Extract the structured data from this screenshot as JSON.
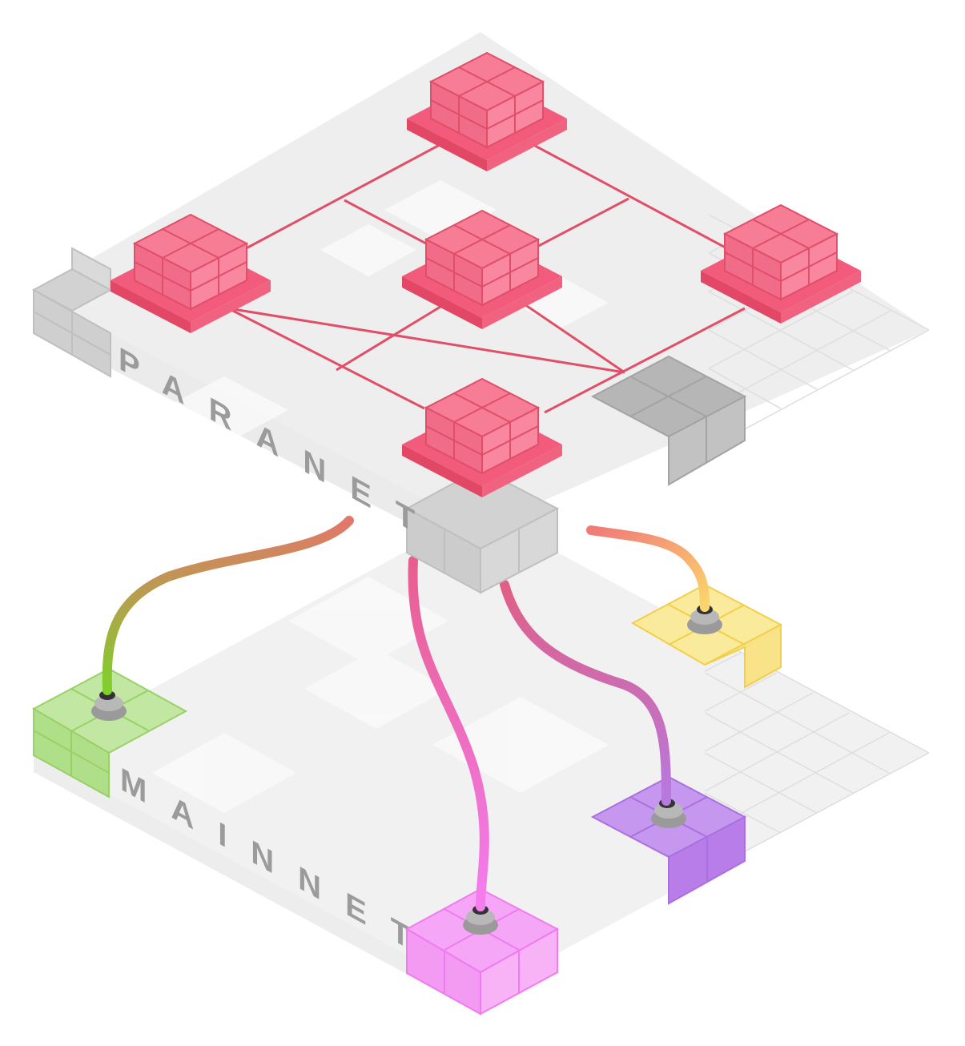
{
  "layers": {
    "upper": {
      "label": "PARANET",
      "hub_color": "#f35b7c",
      "link_color": "#e04e68"
    },
    "lower": {
      "label": "MAINNET"
    }
  },
  "connectors": [
    {
      "name": "green-connector",
      "color": "#8fd35a",
      "cable_start": "#e2776a",
      "cable_end": "#7fd02a"
    },
    {
      "name": "pink-connector",
      "color": "#f48cf5",
      "cable_start": "#e85e8e",
      "cable_end": "#f47df0"
    },
    {
      "name": "purple-connector",
      "color": "#bb7fe6",
      "cable_start": "#e15f85",
      "cable_end": "#b779e0"
    },
    {
      "name": "yellow-connector",
      "color": "#f8dc62",
      "cable_start": "#f07a78",
      "cable_end": "#fbd66b"
    }
  ],
  "palette": {
    "platform_top": "#ececec",
    "platform_left": "#e4e4e4",
    "platform_right": "#f1f1f1",
    "gray_block": "#c8c8c8",
    "label_gray": "#9b9b9b"
  }
}
